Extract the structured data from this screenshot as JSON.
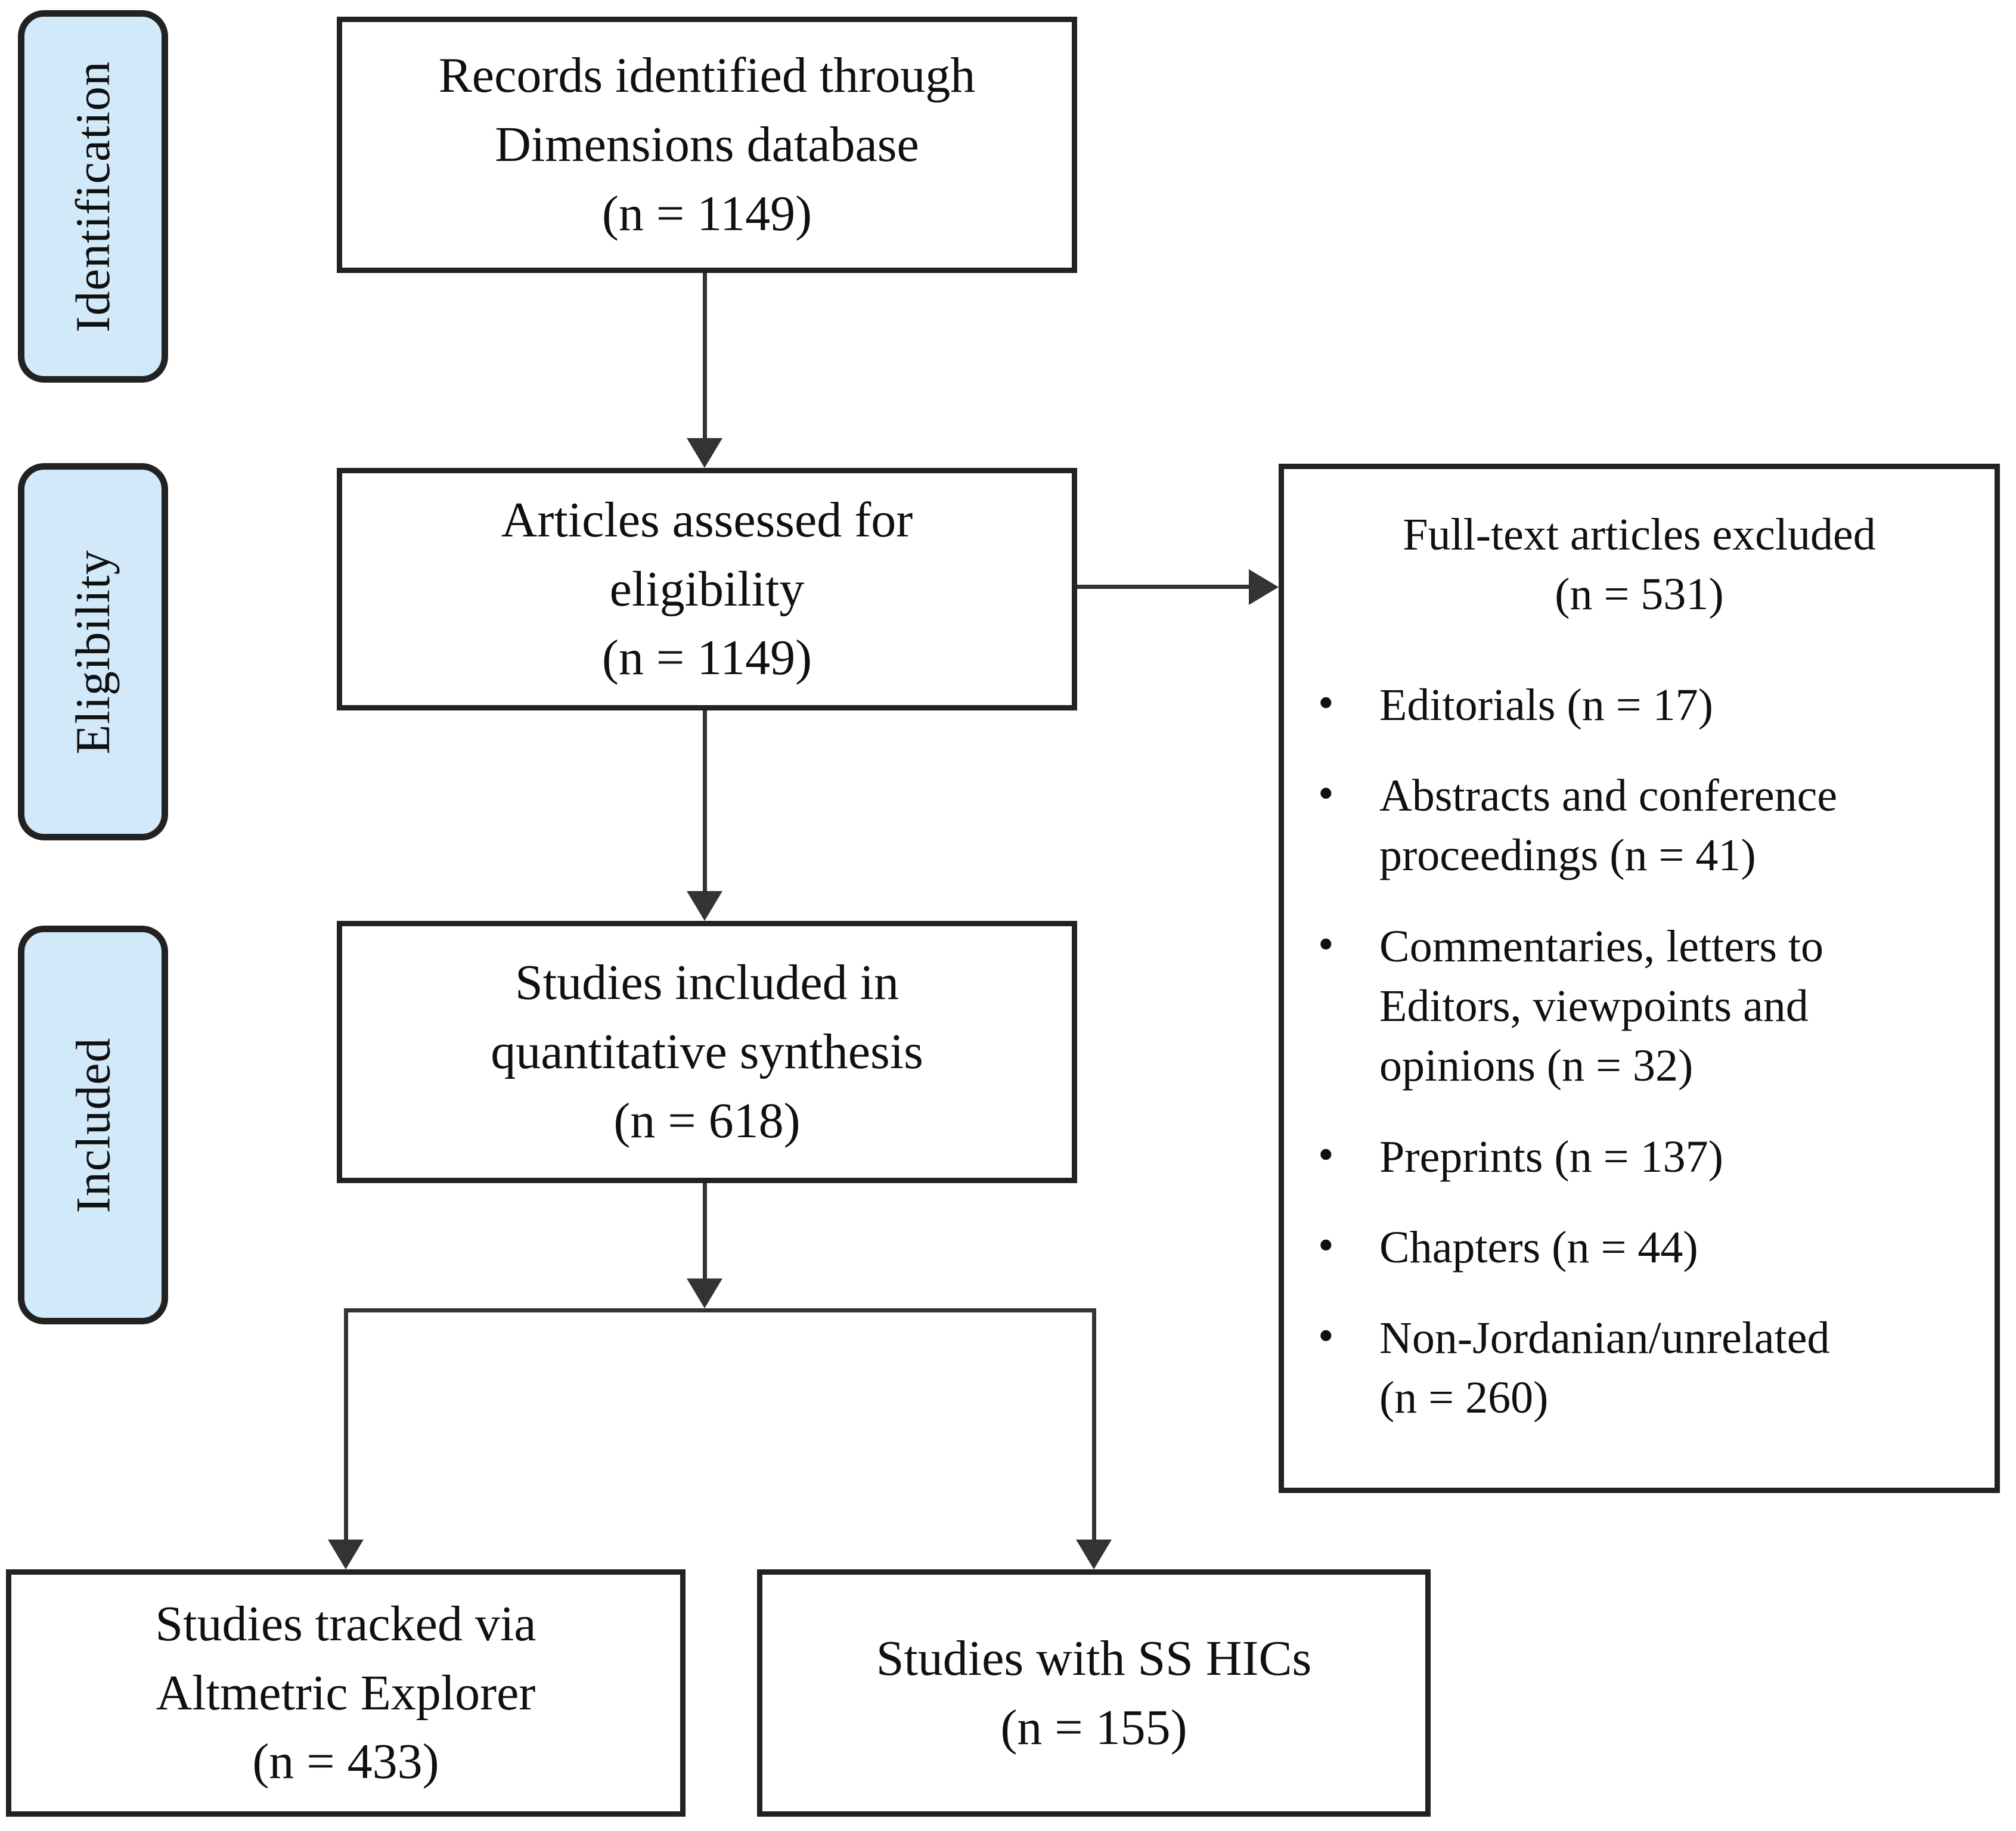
{
  "diagram": {
    "stages": [
      {
        "label": "Identification"
      },
      {
        "label": "Eligibility"
      },
      {
        "label": "Included"
      }
    ],
    "nodes": {
      "records": {
        "label": "Records identified through\nDimensions database\n(n = 1149)"
      },
      "assessed": {
        "label": "Articles assessed for\neligibility\n(n = 1149)"
      },
      "included": {
        "label": "Studies included in\nquantitative synthesis\n(n = 618)"
      },
      "altmetric": {
        "label": "Studies tracked via\nAltmetric Explorer\n(n = 433)"
      },
      "ss_hics": {
        "label": "Studies with SS HICs\n(n = 155)"
      }
    },
    "exclusion": {
      "title": "Full-text articles excluded\n(n = 531)",
      "items": [
        "Editorials (n = 17)",
        "Abstracts and conference\nproceedings (n = 41)",
        "Commentaries, letters to\nEditors, viewpoints and\nopinions (n = 32)",
        "Preprints (n = 137)",
        "Chapters (n = 44)",
        "Non-Jordanian/unrelated\n(n = 260)"
      ]
    },
    "colors": {
      "stage_fill": "#d2e9fa",
      "border": "#222222",
      "line": "#333333"
    }
  }
}
